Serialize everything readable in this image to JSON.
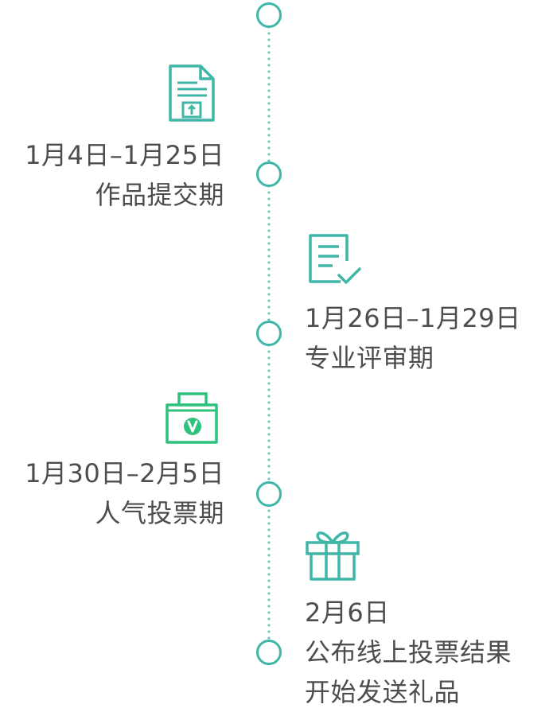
{
  "timeline": {
    "events": [
      {
        "date": "1月4日–1月25日",
        "lines": [
          "作品提交期"
        ],
        "icon": "document-upload-icon",
        "side": "left"
      },
      {
        "date": "1月26日–1月29日",
        "lines": [
          "专业评审期"
        ],
        "icon": "checklist-review-icon",
        "side": "right"
      },
      {
        "date": "1月30日–2月5日",
        "lines": [
          "人气投票期"
        ],
        "icon": "ballot-box-icon",
        "side": "left"
      },
      {
        "date": "2月6日",
        "lines": [
          "公布线上投票结果",
          "开始发送礼品"
        ],
        "icon": "gift-icon",
        "side": "right"
      }
    ]
  },
  "colors": {
    "accent_teal": "#3fb6a8",
    "accent_green": "#2ec27e",
    "text": "#4d4d4d"
  }
}
